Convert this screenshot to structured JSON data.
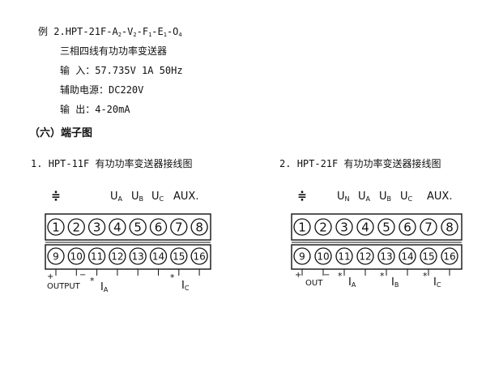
{
  "example": {
    "prefix": "例 2.",
    "model_parts": [
      "HPT-21F-A",
      "-V",
      "-F",
      "-E",
      "-O"
    ],
    "model_subs": [
      "2",
      "2",
      "1",
      "1",
      "4"
    ],
    "product_name": "三相四线有功功率变送器",
    "input_label": "输      入：",
    "input_values": "57.735V    1A    50Hz",
    "aux_label": "辅助电源：",
    "aux_value": "DC220V",
    "output_label": "输      出：",
    "output_value": "4-20mA"
  },
  "section": {
    "title": "（六）端子图"
  },
  "diagram1": {
    "caption_num": "1.",
    "caption": "HPT-11F 有功功率变送器接线图",
    "ground": "≑",
    "top_labels": [
      "UA",
      "UB",
      "UC",
      "AUX."
    ],
    "top_terminals": [
      "1",
      "2",
      "3",
      "4",
      "5",
      "6",
      "7",
      "8"
    ],
    "bottom_terminals": [
      "9",
      "10",
      "11",
      "12",
      "13",
      "14",
      "15",
      "16"
    ],
    "bottom_labels": {
      "plus": "+",
      "minus": "−",
      "output": "OUTPUT",
      "star1": "*",
      "ia": "IA",
      "star2": "*",
      "ic": "IC"
    }
  },
  "diagram2": {
    "caption_num": "2.",
    "caption": "HPT-21F 有功功率变送器接线图",
    "ground": "≑",
    "top_labels": [
      "UN",
      "UA",
      "UB",
      "UC",
      "AUX."
    ],
    "top_terminals": [
      "1",
      "2",
      "3",
      "4",
      "5",
      "6",
      "7",
      "8"
    ],
    "bottom_terminals": [
      "9",
      "10",
      "11",
      "12",
      "13",
      "14",
      "15",
      "16"
    ],
    "bottom_labels": {
      "plus": "+",
      "minus": "−",
      "output": "OUT",
      "star1": "*",
      "ia": "IA",
      "star2": "*",
      "ib": "IB",
      "star3": "*",
      "ic": "IC"
    }
  }
}
